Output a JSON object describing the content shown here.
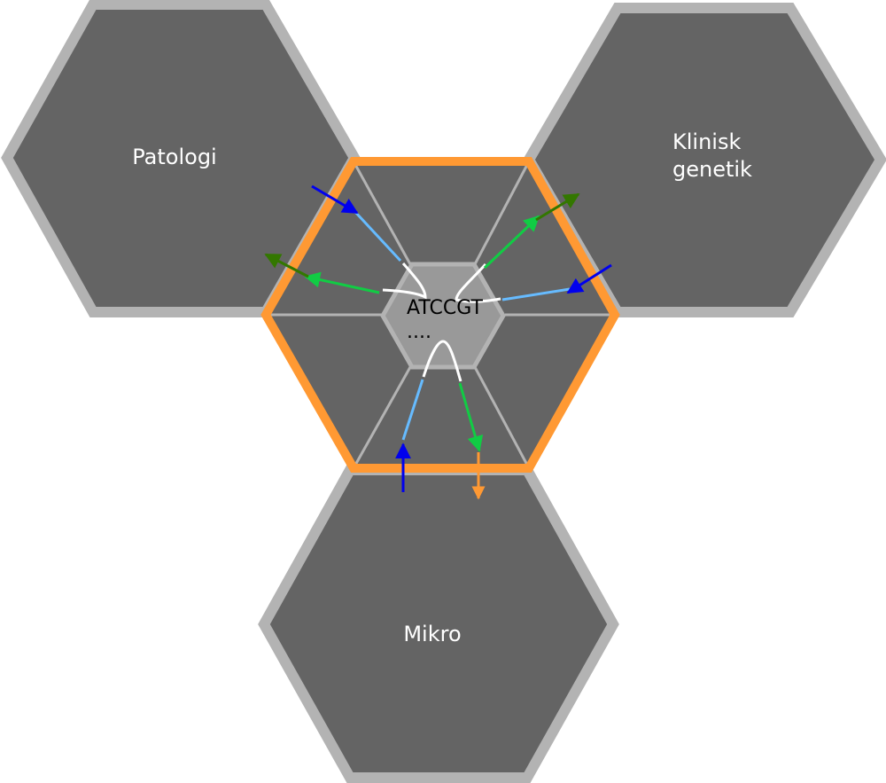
{
  "departments": {
    "patologi": "Patologi",
    "klinisk_line1": "Klinisk",
    "klinisk_line2": "genetik",
    "mikro": "Mikro"
  },
  "center": {
    "sequence": "ATCCGT",
    "ellipsis": "...."
  },
  "colors": {
    "hex_fill": "#646464",
    "hex_border": "#b3b3b3",
    "center_fill": "#999999",
    "highlight_border": "#ff9933",
    "inbound_arrow": "#0000ee",
    "inbound_line": "#66bbff",
    "outbound_arrow": "#11cc44",
    "outbound_dark": "#337700",
    "sample_link": "#ffffff",
    "output_arrow": "#ff9933"
  }
}
